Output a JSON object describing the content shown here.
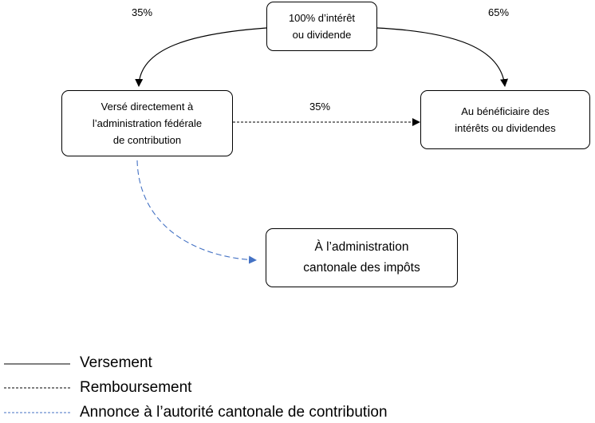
{
  "nodes": {
    "source": {
      "lines": [
        "100% d’intérêt",
        "ou dividende"
      ]
    },
    "federal": {
      "lines": [
        "Versé directement à",
        "l’administration fédérale",
        "de contribution"
      ]
    },
    "beneficiary": {
      "lines": [
        "Au bénéficiaire des",
        "intérêts ou dividendes"
      ]
    },
    "cantonal": {
      "lines": [
        "À l’administration",
        "cantonale des impôts"
      ]
    }
  },
  "labels": {
    "to_federal": "35%",
    "to_beneficiary": "65%",
    "refund": "35%"
  },
  "legend": [
    {
      "label": "Versement",
      "style": "solid",
      "color": "#000000"
    },
    {
      "label": "Remboursement",
      "style": "dotted",
      "color": "#000000"
    },
    {
      "label": "Annonce à l’autorité cantonale de contribution",
      "style": "dashed",
      "color": "#4472c4"
    }
  ]
}
